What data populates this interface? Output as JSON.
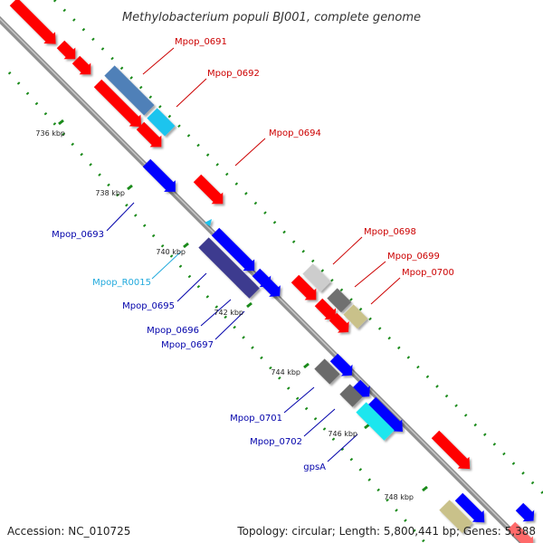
{
  "title": "Methylobacterium populi BJ001, complete genome",
  "footer": {
    "accession": "Accession: NC_010725",
    "summary": "Topology: circular; Length: 5,800,441 bp; Genes: 5,388"
  },
  "colors": {
    "backbone": "#8f8f8f",
    "tick_dots": "#1a8a1a",
    "forward_genes": "#ff0000",
    "reverse_genes": "#0000ff",
    "rna": "#1fc4ee",
    "label_forward": "#cc0000",
    "label_reverse": "#0000aa",
    "label_rna": "#22aadd"
  },
  "scale_ticks": [
    "736 kbp",
    "738 kbp",
    "740 kbp",
    "742 kbp",
    "744 kbp",
    "746 kbp",
    "748 kbp"
  ],
  "labels": [
    {
      "text": "Mpop_0691",
      "strand": "forward"
    },
    {
      "text": "Mpop_0692",
      "strand": "forward"
    },
    {
      "text": "Mpop_0694",
      "strand": "forward"
    },
    {
      "text": "Mpop_0698",
      "strand": "forward"
    },
    {
      "text": "Mpop_0699",
      "strand": "forward"
    },
    {
      "text": "Mpop_0700",
      "strand": "forward"
    },
    {
      "text": "Mpop_0693",
      "strand": "reverse"
    },
    {
      "text": "Mpop_R0015",
      "strand": "rna"
    },
    {
      "text": "Mpop_0695",
      "strand": "reverse"
    },
    {
      "text": "Mpop_0696",
      "strand": "reverse"
    },
    {
      "text": "Mpop_0697",
      "strand": "reverse"
    },
    {
      "text": "Mpop_0701",
      "strand": "reverse"
    },
    {
      "text": "Mpop_0702",
      "strand": "reverse"
    },
    {
      "text": "gpsA",
      "strand": "reverse"
    }
  ]
}
